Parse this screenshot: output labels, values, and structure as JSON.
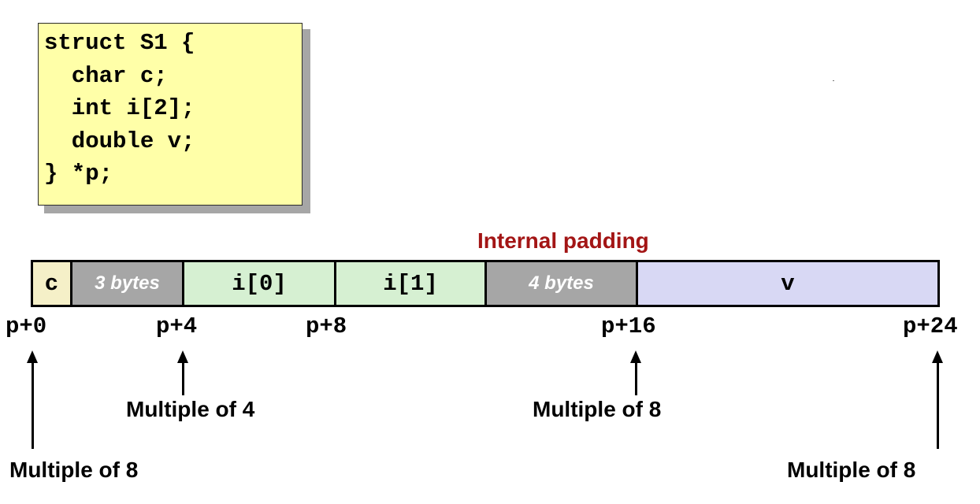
{
  "code": {
    "lines": [
      "struct S1 {",
      "  char c;",
      "  int i[2];",
      "  double v;",
      "} *p;"
    ]
  },
  "internal_padding_label": "Internal padding",
  "layout": {
    "fields": [
      {
        "label": "c",
        "kind": "data",
        "color": "#f5f0c8"
      },
      {
        "label": "3 bytes",
        "kind": "padding",
        "color": "#a6a6a6"
      },
      {
        "label": "i[0]",
        "kind": "data",
        "color": "#d6f0d2"
      },
      {
        "label": "i[1]",
        "kind": "data",
        "color": "#d6f0d2"
      },
      {
        "label": "4 bytes",
        "kind": "padding",
        "color": "#a6a6a6"
      },
      {
        "label": "v",
        "kind": "data",
        "color": "#d8d8f4"
      }
    ]
  },
  "offsets": [
    "p+0",
    "p+4",
    "p+8",
    "p+16",
    "p+24"
  ],
  "notes": [
    "Multiple of 8",
    "Multiple of 4",
    "Multiple of 8",
    "Multiple of 8"
  ]
}
